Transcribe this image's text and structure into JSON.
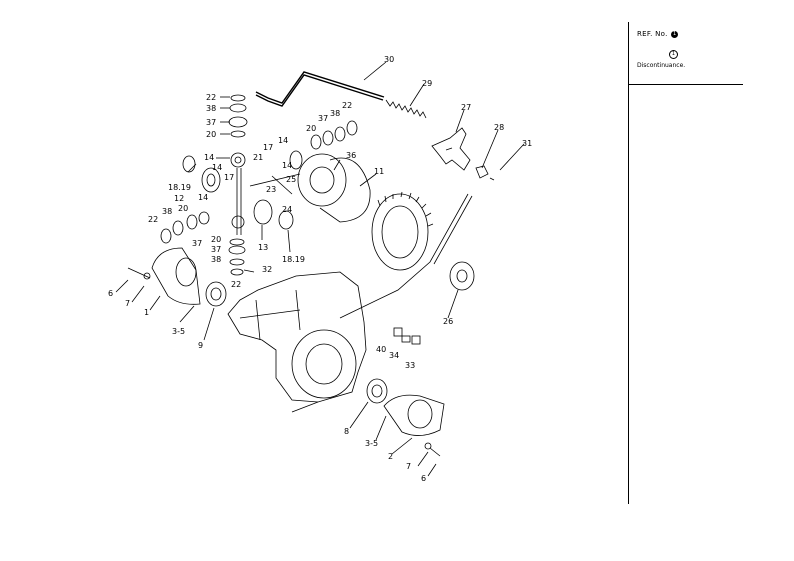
{
  "side_panel": {
    "ref_label": "REF. No.",
    "ref_mark_1": "1",
    "ref_mark_2": "1",
    "note": "Discontinuance."
  },
  "part_numbers": [
    {
      "id": "p30",
      "text": "30"
    },
    {
      "id": "p29",
      "text": "29"
    },
    {
      "id": "p27",
      "text": "27"
    },
    {
      "id": "p28",
      "text": "28"
    },
    {
      "id": "p31",
      "text": "31"
    },
    {
      "id": "p22a",
      "text": "22"
    },
    {
      "id": "p38a",
      "text": "38"
    },
    {
      "id": "p37a",
      "text": "37"
    },
    {
      "id": "p20a",
      "text": "20"
    },
    {
      "id": "p14a",
      "text": "14"
    },
    {
      "id": "p21",
      "text": "21"
    },
    {
      "id": "p17",
      "text": "17"
    },
    {
      "id": "p14b",
      "text": "14"
    },
    {
      "id": "p20b",
      "text": "20"
    },
    {
      "id": "p37b",
      "text": "37"
    },
    {
      "id": "p38b",
      "text": "38"
    },
    {
      "id": "p22b",
      "text": "22"
    },
    {
      "id": "p36",
      "text": "36"
    },
    {
      "id": "p11",
      "text": "11"
    },
    {
      "id": "p1819a",
      "text": "18.19"
    },
    {
      "id": "p14c",
      "text": "14"
    },
    {
      "id": "p17b",
      "text": "17"
    },
    {
      "id": "p12",
      "text": "12"
    },
    {
      "id": "p14d",
      "text": "14"
    },
    {
      "id": "p20c",
      "text": "20"
    },
    {
      "id": "p22c",
      "text": "22"
    },
    {
      "id": "p38c",
      "text": "38"
    },
    {
      "id": "p37c",
      "text": "37"
    },
    {
      "id": "p23",
      "text": "23"
    },
    {
      "id": "p25",
      "text": "25"
    },
    {
      "id": "p24",
      "text": "24"
    },
    {
      "id": "p13",
      "text": "13"
    },
    {
      "id": "p1819b",
      "text": "18.19"
    },
    {
      "id": "p20d",
      "text": "20"
    },
    {
      "id": "p37d",
      "text": "37"
    },
    {
      "id": "p38d",
      "text": "38"
    },
    {
      "id": "p22d",
      "text": "22"
    },
    {
      "id": "p32",
      "text": "32"
    },
    {
      "id": "p6a",
      "text": "6"
    },
    {
      "id": "p7a",
      "text": "7"
    },
    {
      "id": "p1",
      "text": "1"
    },
    {
      "id": "p35a",
      "text": "3-5"
    },
    {
      "id": "p9",
      "text": "9"
    },
    {
      "id": "p26",
      "text": "26"
    },
    {
      "id": "p40",
      "text": "40"
    },
    {
      "id": "p34",
      "text": "34"
    },
    {
      "id": "p33",
      "text": "33"
    },
    {
      "id": "p8",
      "text": "8"
    },
    {
      "id": "p35b",
      "text": "3-5"
    },
    {
      "id": "p2",
      "text": "2"
    },
    {
      "id": "p7b",
      "text": "7"
    },
    {
      "id": "p6b",
      "text": "6"
    },
    {
      "id": "p14e",
      "text": "14"
    }
  ]
}
